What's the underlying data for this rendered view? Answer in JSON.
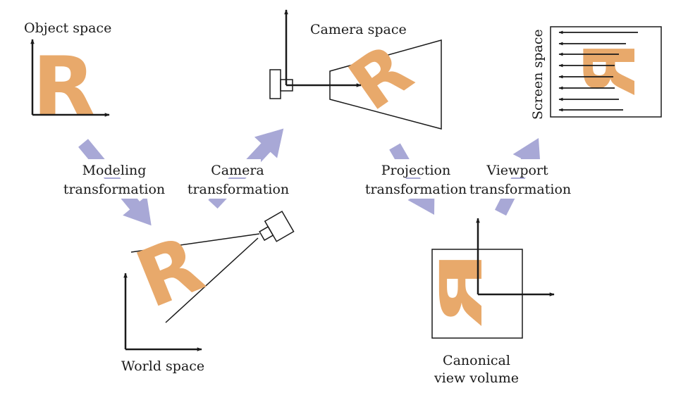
{
  "labels": {
    "object_space": "Object space",
    "camera_space": "Camera space",
    "screen_space": "Screen space",
    "world_space": "World space",
    "canonical_line1": "Canonical",
    "canonical_line2": "view volume"
  },
  "transformations": {
    "modeling": {
      "line1": "Modeling",
      "line2": "transformation"
    },
    "camera": {
      "line1": "Camera",
      "line2": "transformation"
    },
    "projection": {
      "line1": "Projection",
      "line2": "transformation"
    },
    "viewport": {
      "line1": "Viewport",
      "line2": "transformation"
    }
  },
  "glyph": "R",
  "colors": {
    "glyph_fill": "#E8A96B",
    "flow_arrow": "#A8A8D6",
    "line": "#1a1a1a"
  }
}
